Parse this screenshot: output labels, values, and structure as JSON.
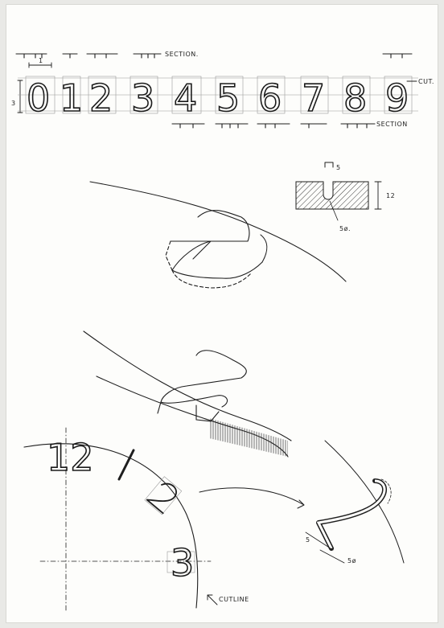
{
  "digits": [
    "0",
    "1",
    "2",
    "3",
    "4",
    "5",
    "6",
    "7",
    "8",
    "9"
  ],
  "labels": {
    "section_top": "SECTION.",
    "section_bottom": "SECTION",
    "cut": "CUT.",
    "height_dim": "3",
    "width_tick": "1",
    "slot_width": "5",
    "slot_height": "12",
    "slot_dia": "5ø.",
    "detail_width": "5",
    "detail_dia": "5ø",
    "cutline": "CUTLINE",
    "dial_12": "12",
    "dial_3": "3"
  }
}
